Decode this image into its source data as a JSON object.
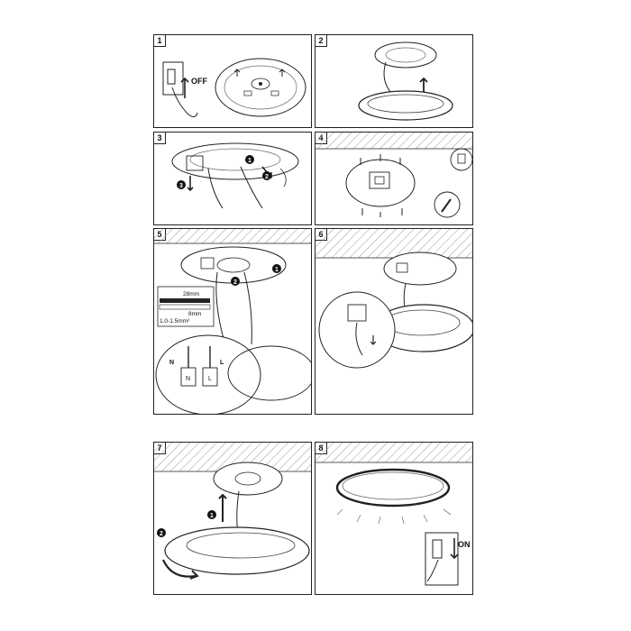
{
  "steps": [
    {
      "number": "1",
      "switch_label": "OFF"
    },
    {
      "number": "2"
    },
    {
      "number": "3",
      "callouts": [
        "1",
        "2",
        "3"
      ]
    },
    {
      "number": "4"
    },
    {
      "number": "5",
      "callouts": [
        "1",
        "2"
      ],
      "strip_lengths": {
        "outer": "28mm",
        "inner": "8mm",
        "cross_section": "1.0-1.5mm²"
      },
      "terminals": {
        "neutral": "N",
        "live": "L"
      }
    },
    {
      "number": "6"
    },
    {
      "number": "7",
      "callouts": [
        "1",
        "2"
      ]
    },
    {
      "number": "8",
      "switch_label": "ON"
    }
  ]
}
